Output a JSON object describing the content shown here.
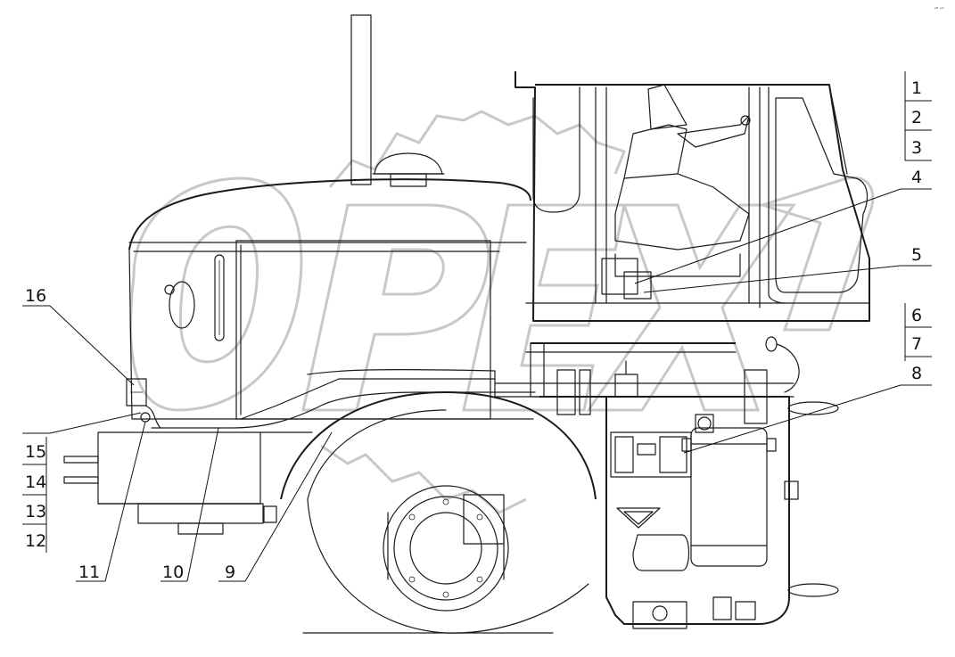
{
  "corner_mark": "ᵃᴿ ⁿᵐ",
  "watermark": "OPEX",
  "callouts": {
    "c1": "1",
    "c2": "2",
    "c3": "3",
    "c4": "4",
    "c5": "5",
    "c6": "6",
    "c7": "7",
    "c8": "8",
    "c9": "9",
    "c10": "10",
    "c11": "11",
    "c12": "12",
    "c13": "13",
    "c14": "14",
    "c15": "15",
    "c16": "16"
  }
}
